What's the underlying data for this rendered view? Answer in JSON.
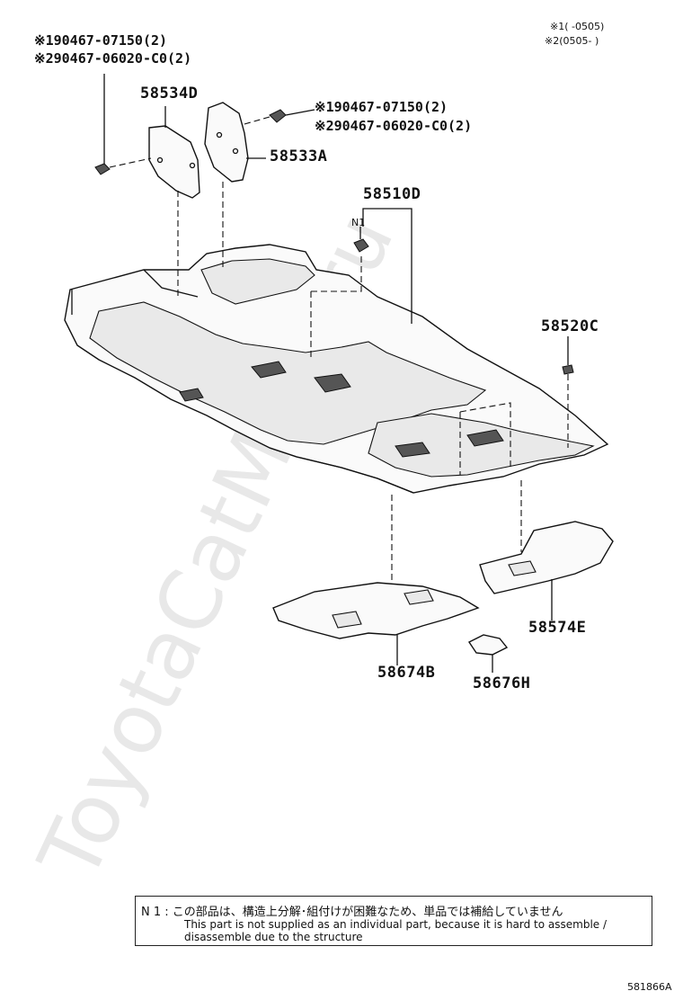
{
  "header": {
    "note1": "※1(     -0505)",
    "note2": "※2(0505-     )"
  },
  "refs": {
    "top_left_1": "※190467-07150(2)",
    "top_left_2": "※290467-06020-C0(2)",
    "mid_right_1": "※190467-07150(2)",
    "mid_right_2": "※290467-06020-C0(2)"
  },
  "parts": {
    "p58534D": "58534D",
    "p58533A": "58533A",
    "p58510D": "58510D",
    "n1": "N1",
    "p58520C": "58520C",
    "p58574E": "58574E",
    "p58674B": "58674B",
    "p58676H": "58676H"
  },
  "note_box": {
    "line1": "N 1 : この部品は、構造上分解･組付けが困難なため、単品では補給していません",
    "line2": "This part is not supplied as an individual part, because it is hard to assemble /",
    "line3": "disassemble due to the structure"
  },
  "watermark": "ToyotaCatMine.ru",
  "figure_id": "581866A"
}
